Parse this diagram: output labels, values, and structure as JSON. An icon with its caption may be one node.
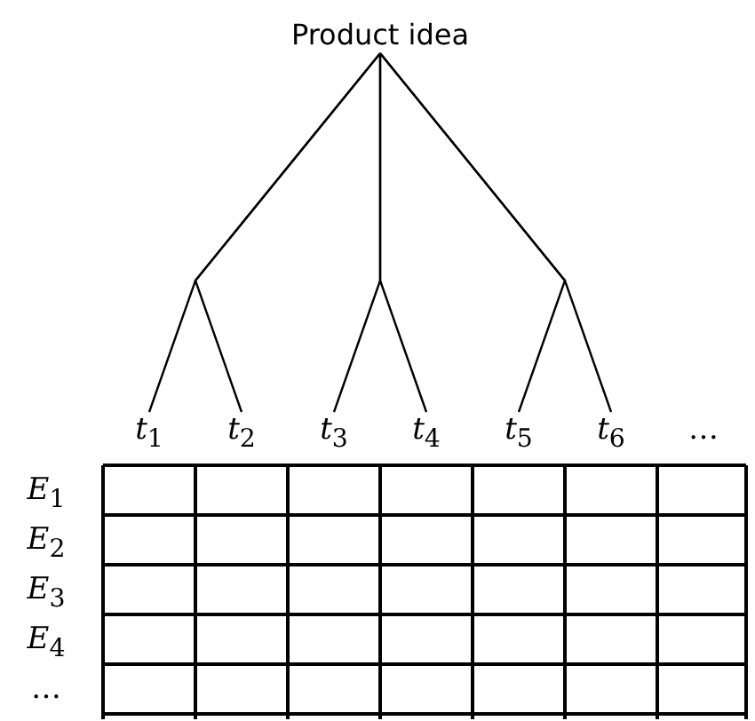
{
  "diagram": {
    "nodes": [
      {
        "text": [
          "Product idea"
        ]
      },
      {
        "text": [
          "*t*$_{1}$"
        ]
      },
      {
        "text": [
          "*t*$_{2}$"
        ]
      },
      {
        "text": [
          "*t*$_{3}$"
        ]
      },
      {
        "text": [
          "*t*$_{4}$"
        ]
      },
      {
        "text": [
          "*t*$_{5}$"
        ]
      },
      {
        "text": [
          "*t*$_{6}$"
        ]
      }
    ],
    "edges": [
      {
        "from": 0,
        "to": 1,
        "arrow": "none"
      },
      {
        "from": 0,
        "to": 2,
        "arrow": "none"
      },
      {
        "from": 0,
        "to": 3,
        "arrow": "none"
      },
      {
        "from": 0,
        "to": 4,
        "arrow": "none"
      },
      {
        "from": 0,
        "to": 5,
        "arrow": "none"
      },
      {
        "from": 0,
        "to": 6,
        "arrow": "none"
      }
    ],
    "labels": [
      "…",
      "*E*$_{1}$",
      "*E*$_{2}$",
      "*E*$_{3}$",
      "*E*$_{4}$",
      "…"
    ]
  }
}
